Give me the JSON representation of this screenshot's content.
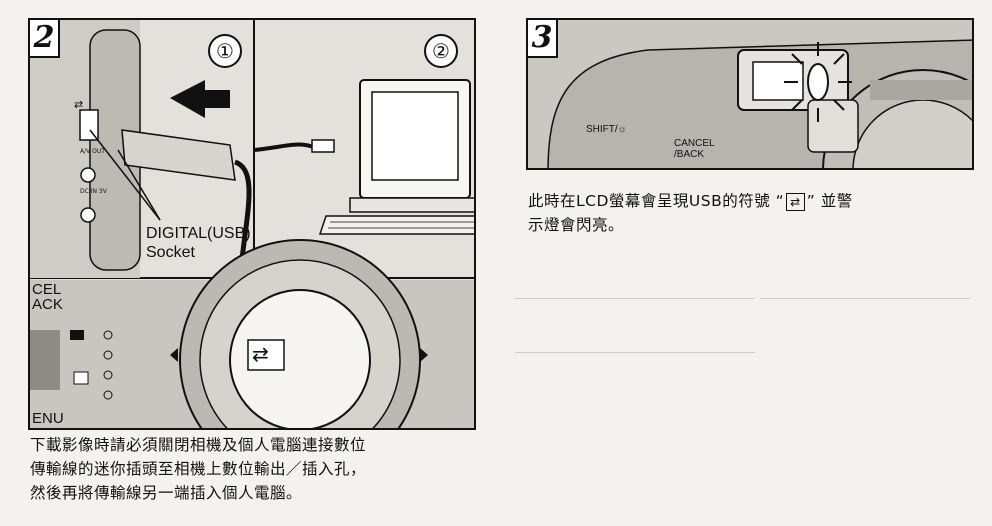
{
  "panel2": {
    "step_number": "2",
    "sub1": "①",
    "sub2": "②",
    "socket_label_line1": "DIGITAL(USB)",
    "socket_label_line2": "Socket",
    "port_label_usb": "⇄",
    "port_label_av": "A/V OUT",
    "port_label_dc": "DC IN 3V",
    "partial_labels": [
      "CEL",
      "ACK",
      "ENU"
    ]
  },
  "panel3": {
    "step_number": "3",
    "shift_label": "SHIFT/☼",
    "cancel_label_line1": "CANCEL",
    "cancel_label_line2": "/BACK"
  },
  "caption_left": {
    "line1": "下載影像時請必須關閉相機及個人電腦連接數位",
    "line2": "傳輸線的迷你插頭至相機上數位輸出／插入孔，",
    "line3": "然後再將傳輸線另一端插入個人電腦。"
  },
  "caption_right": {
    "line1_before": "此時在LCD螢幕會呈現USB的符號 “",
    "line1_symbol": "⇄",
    "line1_after": "” 並警",
    "line2": "示燈會閃亮。"
  },
  "colors": {
    "ink": "#111111",
    "paper": "#f4f2ee",
    "illustration_grey": "#d9d6d0"
  }
}
